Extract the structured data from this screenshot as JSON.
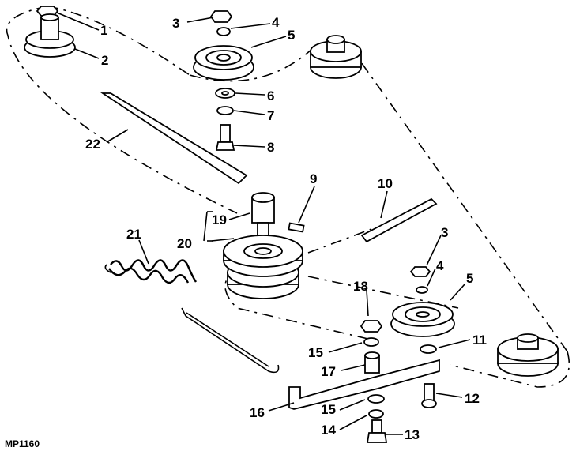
{
  "figure_code": "MP1160",
  "callouts": {
    "c1": "1",
    "c2": "2",
    "c3a": "3",
    "c4a": "4",
    "c5a": "5",
    "c6": "6",
    "c7": "7",
    "c8": "8",
    "c9": "9",
    "c10": "10",
    "c3b": "3",
    "c4b": "4",
    "c5b": "5",
    "c11": "11",
    "c12": "12",
    "c13": "13",
    "c14": "14",
    "c15a": "15",
    "c15b": "15",
    "c16": "16",
    "c17": "17",
    "c18": "18",
    "c19": "19",
    "c20": "20",
    "c21": "21",
    "c22": "22"
  }
}
